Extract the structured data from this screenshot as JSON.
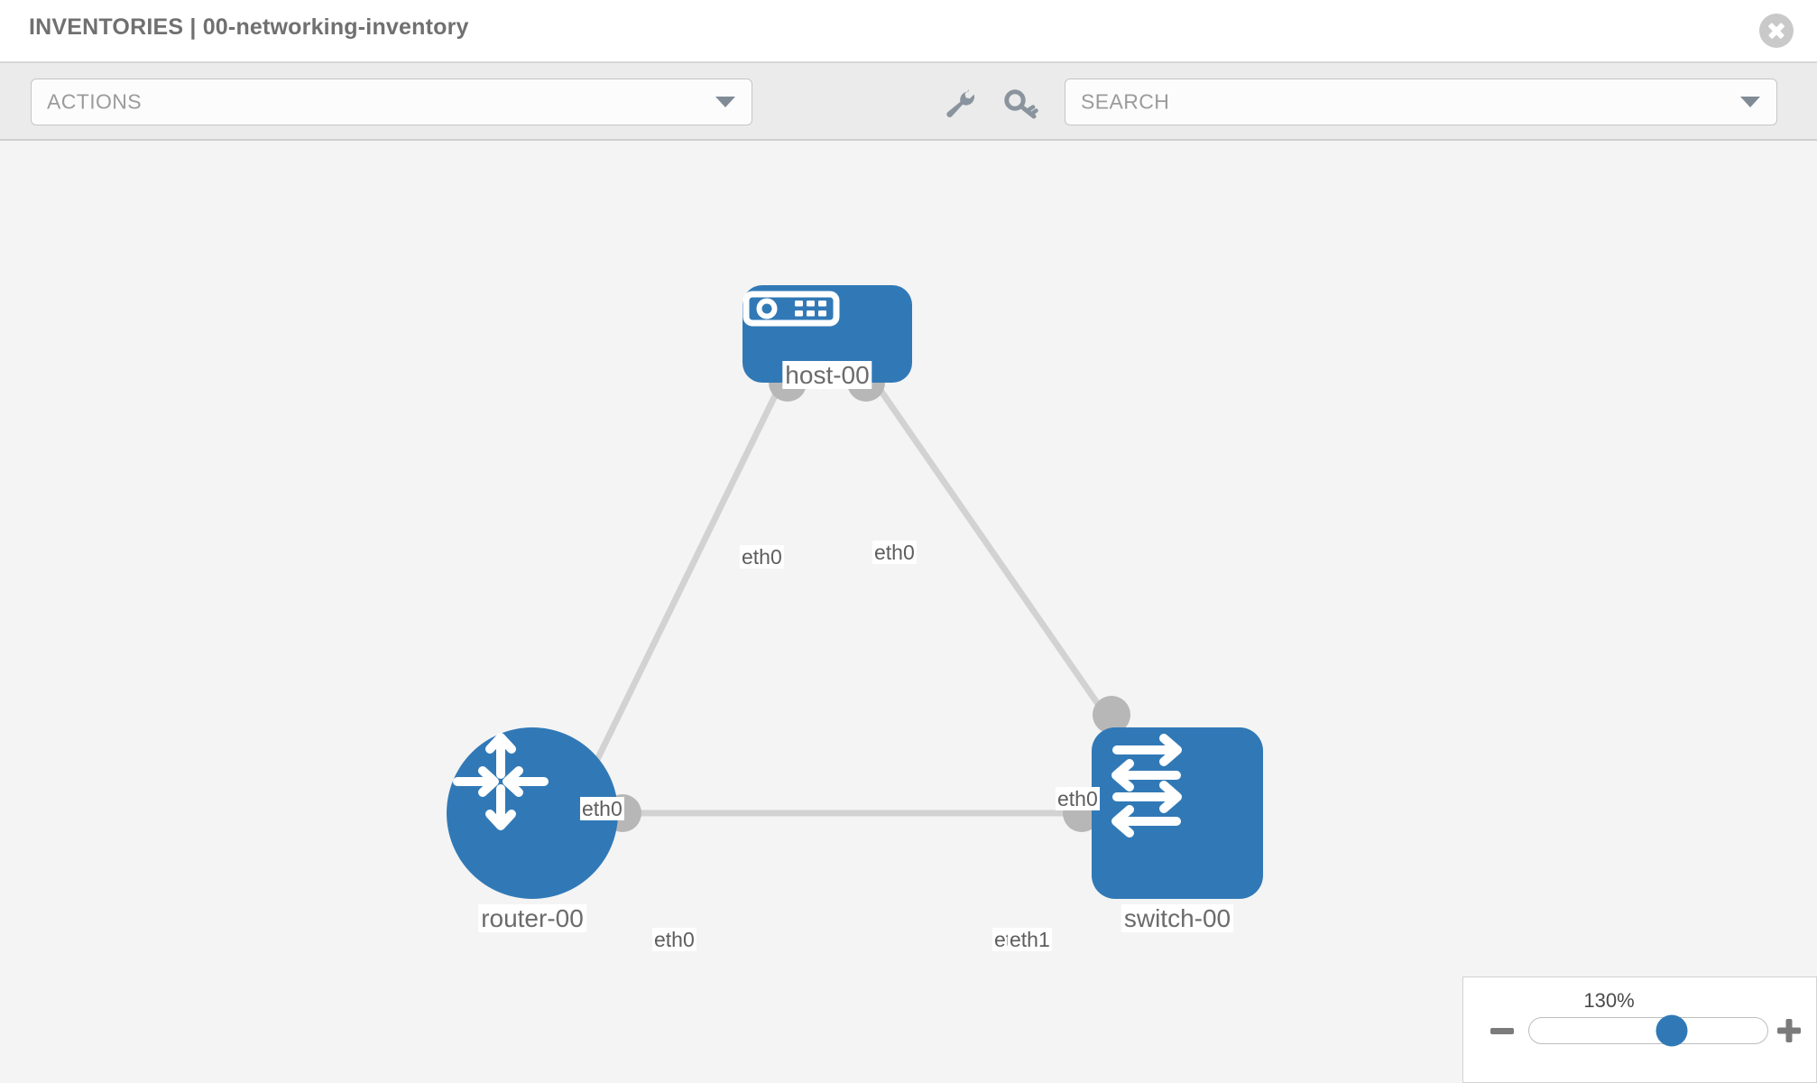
{
  "header": {
    "title": "INVENTORIES | 00-networking-inventory",
    "close_label": "close-icon"
  },
  "toolbar": {
    "actions_label": "ACTIONS",
    "search_placeholder": "SEARCH",
    "wrench_tooltip": "wrench-icon",
    "key_tooltip": "key-icon"
  },
  "topology": {
    "nodes": [
      {
        "id": "host-00",
        "label": "host-00",
        "type": "host",
        "shape": "rounded-rect"
      },
      {
        "id": "router-00",
        "label": "router-00",
        "type": "router",
        "shape": "circle"
      },
      {
        "id": "switch-00",
        "label": "switch-00",
        "type": "switch",
        "shape": "rounded-square"
      }
    ],
    "links": [
      {
        "from": "host-00",
        "from_port": "eth0",
        "to": "router-00",
        "to_port": "eth0"
      },
      {
        "from": "host-00",
        "from_port": "eth0",
        "to": "switch-00",
        "to_port": "eth0"
      },
      {
        "from": "router-00",
        "from_port": "eth0",
        "to": "switch-00",
        "to_port": "eth1"
      }
    ],
    "port_labels": {
      "host_left": "eth0",
      "host_right": "eth0",
      "router_up": "eth0",
      "switch_up": "eth0",
      "router_right": "eth0",
      "switch_left_a": "eth",
      "switch_left_b": "eth1"
    }
  },
  "zoom": {
    "value": "130%",
    "minus_label": "zoom-out",
    "plus_label": "zoom-in",
    "thumb_position_pct": 60
  },
  "colors": {
    "node_blue": "#3179b6",
    "link_gray": "#d2d2d2",
    "connector_gray": "#b7b7b7",
    "canvas_bg": "#f4f4f4",
    "toolbar_bg": "#ebebeb"
  }
}
